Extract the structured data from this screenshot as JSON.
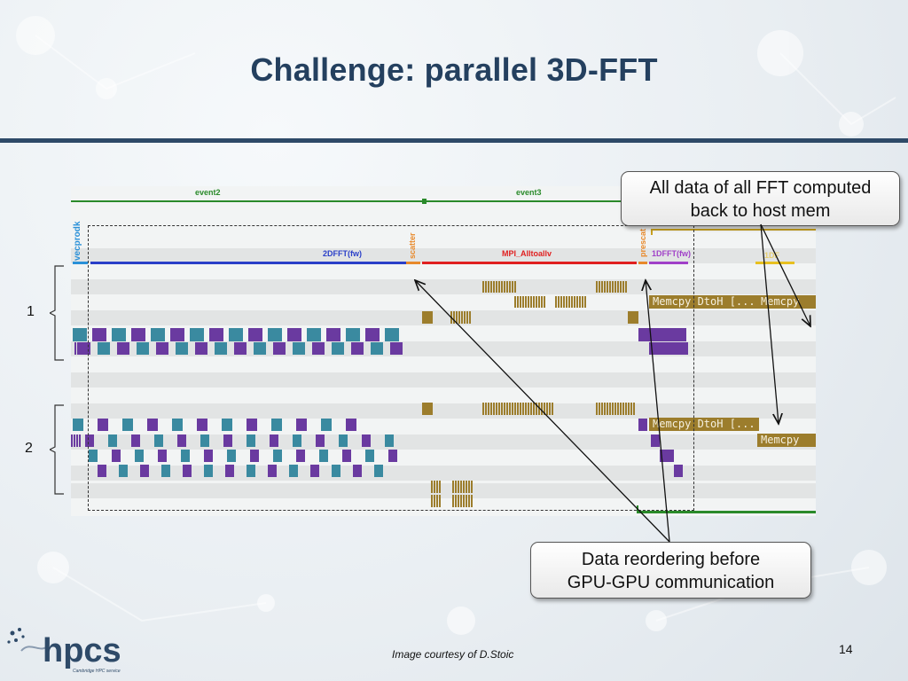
{
  "slide": {
    "title": "Challenge: parallel 3D-FFT",
    "page_number": "14",
    "credit": "Image courtesy of D.Stoic"
  },
  "logo": {
    "text": "hpcs",
    "tagline": "Cambridge HPC service"
  },
  "timeline": {
    "labels": {
      "event2": "event2",
      "event3": "event3",
      "vecprodk": "vecprodk",
      "scatter": "scatter",
      "prescat": "prescat",
      "fft2d": "2DFFT(fw)",
      "alltoall": "MPI_Alltoallv",
      "fft1d": "1DFFT(fw)",
      "fft_partial": "1DF",
      "memcpy_dtoh_1": "Memcpy DtoH [...",
      "memcpy_a": "Memcpy",
      "memcpy_dtoh_2": "Memcpy DtoH [...",
      "memcpy_b": "Memcpy"
    },
    "colors": {
      "event": "#2a8a2a",
      "vecprodk": "#2a90d8",
      "fft2d": "#2a3fc8",
      "scatter": "#e8892a",
      "alltoall": "#e02020",
      "fft1d": "#a040c8",
      "event_gold": "#c8a020",
      "memcpy": "#9c7d2c",
      "kernel_teal": "#3a8aa0",
      "kernel_purple": "#6a3aa0"
    }
  },
  "groups": {
    "g1": "1",
    "g2": "2"
  },
  "callouts": {
    "host": {
      "line1": "All data of all FFT computed",
      "line2": "back to host mem"
    },
    "reorder": {
      "line1": "Data reordering before",
      "line2": "GPU-GPU communication"
    }
  }
}
